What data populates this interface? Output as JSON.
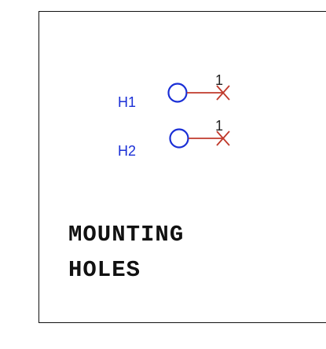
{
  "schematic": {
    "components": [
      {
        "refdes": "H1",
        "pin": "1"
      },
      {
        "refdes": "H2",
        "pin": "1"
      }
    ],
    "note_lines": [
      "MOUNTING",
      "HOLES"
    ],
    "colors": {
      "symbol": "#1a2fd6",
      "lead": "#c0392b",
      "refdes": "#1a2fd6",
      "pin_number": "#222222",
      "text": "#111111",
      "border": "#111111"
    }
  }
}
